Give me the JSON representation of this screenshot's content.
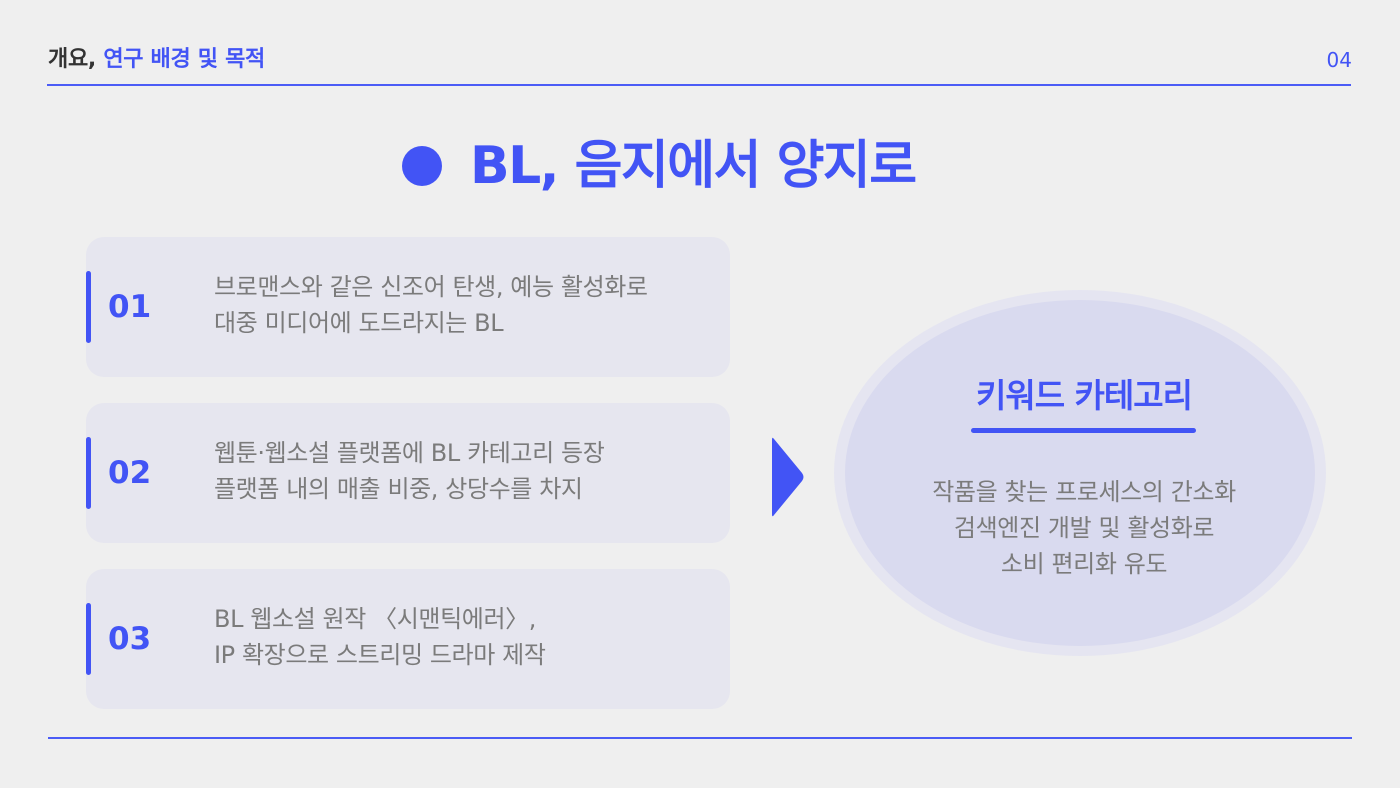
{
  "header": {
    "prefix": "개요,",
    "accent": "연구 배경 및 목적",
    "page_number": "04"
  },
  "main_title": {
    "text": "BL, 음지에서 양지로"
  },
  "cards": [
    {
      "number": "01",
      "lines": [
        "브로맨스와 같은 신조어 탄생, 예능 활성화로",
        "대중 미디어에 도드라지는 BL"
      ]
    },
    {
      "number": "02",
      "lines": [
        "웹툰·웹소설 플랫폼에 BL 카테고리 등장",
        "플랫폼 내의 매출 비중, 상당수를 차지"
      ]
    },
    {
      "number": "03",
      "lines": [
        "BL 웹소설 원작 〈시맨틱에러〉,",
        "IP 확장으로 스트리밍 드라마 제작"
      ]
    }
  ],
  "keyword": {
    "title": "키워드 카테고리",
    "lines": [
      "작품을 찾는 프로세스의 간소화",
      "검색엔진 개발 및 활성화로",
      "소비 편리화 유도"
    ]
  },
  "colors": {
    "accent": "#4254f5",
    "background": "#efefef",
    "card": "#e6e6ef",
    "ellipse": "#d9daef",
    "text": "#7b7b7b"
  },
  "icons": {
    "title_marker": "filled-circle",
    "flow_arrow": "triangle-right"
  }
}
